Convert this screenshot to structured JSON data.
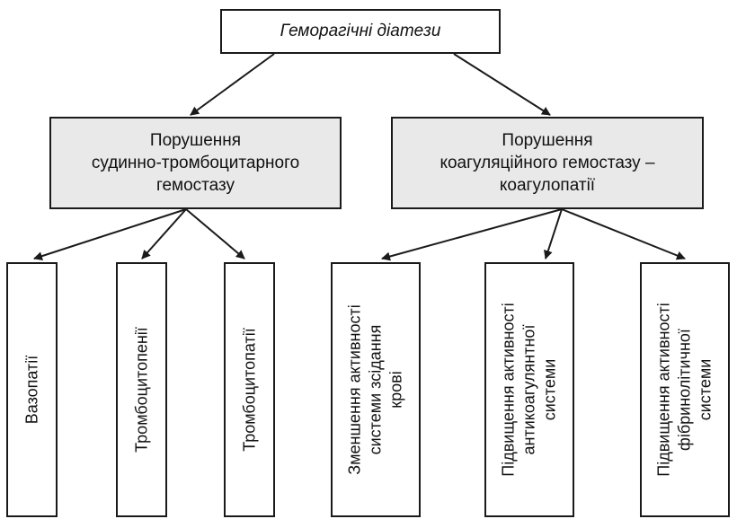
{
  "diagram": {
    "root": {
      "label": "Геморагічні діатези"
    },
    "branches": [
      {
        "lines": [
          "Порушення",
          "судинно-тромбоцитарного",
          "гемостазу"
        ],
        "children": [
          {
            "lines": [
              "Вазопатії"
            ]
          },
          {
            "lines": [
              "Тромбоцитопенії"
            ]
          },
          {
            "lines": [
              "Тромбоцитопатії"
            ]
          }
        ]
      },
      {
        "lines": [
          "Порушення",
          "коагуляційного гемостазу –",
          "коагулопатії"
        ],
        "children": [
          {
            "lines": [
              "Зменшення активності",
              "системи зсідання",
              "крові"
            ]
          },
          {
            "lines": [
              "Підвищення активності",
              "антикоагулянтної",
              "системи"
            ]
          },
          {
            "lines": [
              "Підвищення активності",
              "фібринолітичної",
              "системи"
            ]
          }
        ]
      }
    ],
    "colors": {
      "line": "#1a1a1a",
      "shaded_box": "#e9e9e9"
    }
  }
}
